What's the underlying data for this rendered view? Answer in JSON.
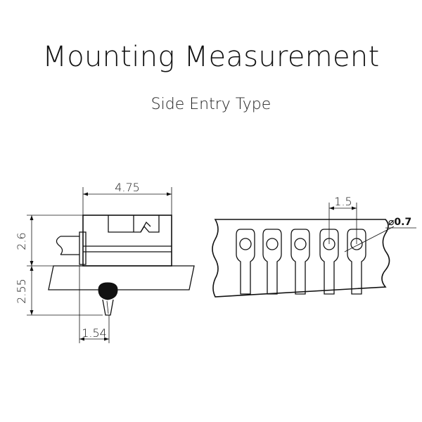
{
  "title": "Mounting Measurement",
  "subtitle": "Side Entry Type",
  "dimensions": {
    "width": "4.75",
    "height_upper": "2.6",
    "height_lower": "2.55",
    "offset": "1.54",
    "pitch": "1.5",
    "hole_diameter": "⌀0.7"
  }
}
